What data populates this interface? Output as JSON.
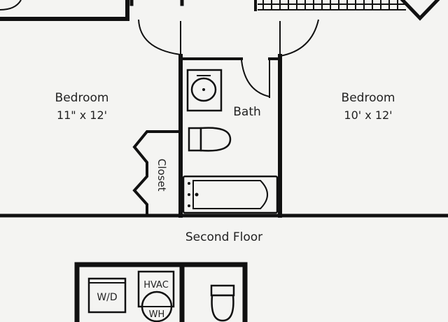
{
  "rooms": {
    "bedroom_left": {
      "name": "Bedroom",
      "size": "11\" x 12'"
    },
    "bedroom_right": {
      "name": "Bedroom",
      "size": "10' x 12'"
    },
    "bath": {
      "name": "Bath"
    },
    "closet": {
      "name": "Closet"
    }
  },
  "floor_label": "Second Floor",
  "lower_level": {
    "washer_dryer": "W/D",
    "hvac": "HVAC",
    "water_heater": "WH"
  },
  "colors": {
    "wall": "#111111",
    "background": "#f4f4f2"
  }
}
